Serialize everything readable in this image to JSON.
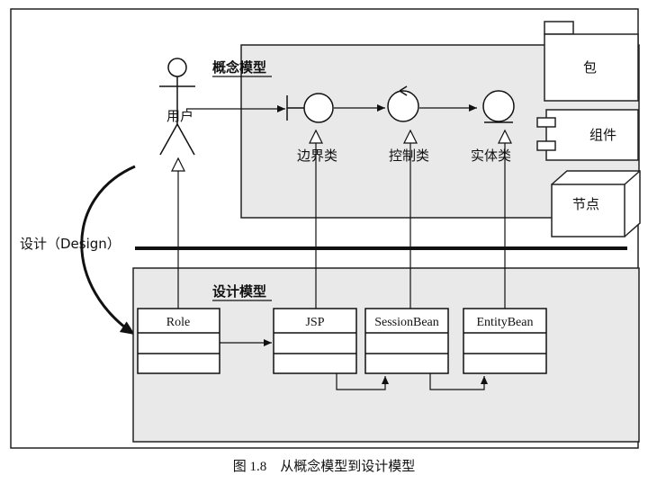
{
  "concept_model": {
    "title": "概念模型",
    "actor_label": "用户",
    "boundary_label": "边界类",
    "control_label": "控制类",
    "entity_label": "实体类",
    "legend": {
      "package": "包",
      "component": "组件",
      "node": "节点"
    }
  },
  "design_arrow_label": "设计（Design）",
  "design_model": {
    "title": "设计模型",
    "classes": [
      "Role",
      "JSP",
      "SessionBean",
      "EntityBean"
    ]
  },
  "caption": "图 1.8　从概念模型到设计模型"
}
